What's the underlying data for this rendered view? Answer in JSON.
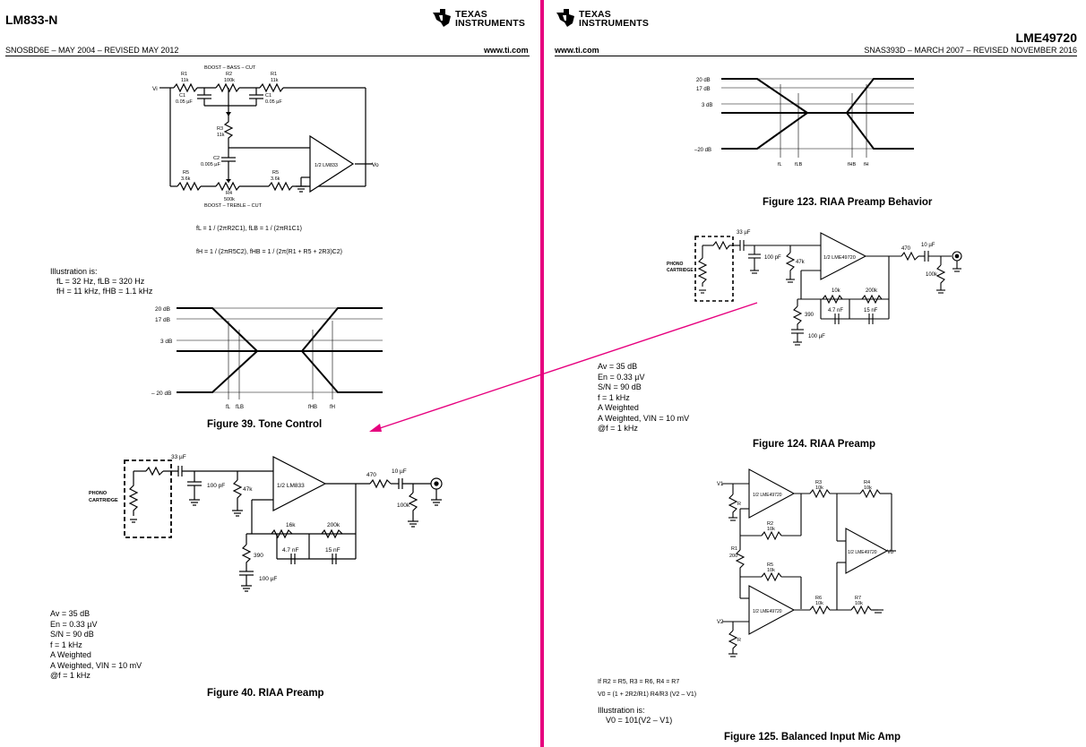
{
  "left_page": {
    "part_number": "LM833-N",
    "doc_id": "SNOSBD6E – MAY 2004 – REVISED MAY 2012",
    "website": "www.ti.com",
    "tone_control": {
      "labels": {
        "vi": "Vi",
        "vo": "Vo",
        "r1": "R1",
        "r1_val": "11k",
        "r1b": "R1",
        "r1b_val": "11k",
        "boost_bass": "BOOST – BASS – CUT",
        "r2": "R2",
        "r2_val": "100k",
        "c1": "C1",
        "c1_val": "0.05 µF",
        "c1b": "C1",
        "c1b_val": "0.05 µF",
        "r3": "R3",
        "r3_val": "11k",
        "c2": "C2",
        "c2_val": "0.005 µF",
        "r5": "R5",
        "r5_val": "3.6k",
        "r5b": "R5",
        "r5b_val": "3.6k",
        "r4": "R4",
        "r4_val": "500k",
        "boost_treble": "BOOST – TREBLE – CUT",
        "opamp": "1/2 LM833"
      },
      "equations": [
        "fL = 1 / (2πR2C1),  fLB = 1 / (2πR1C1)",
        "fH = 1 / (2πR5C2),  fHB = 1 / (2π(R1 + R5 + 2R3)C2)"
      ],
      "illustration_title": "Illustration is:",
      "illustration_lines": [
        "fL = 32 Hz, fLB = 320 Hz",
        "fH = 11 kHz, fHB = 1.1 kHz"
      ]
    },
    "fig39": {
      "caption": "Figure 39.  Tone Control",
      "levels": [
        "20 dB",
        "17 dB",
        "3 dB",
        "– 20 dB"
      ],
      "freq_labels": [
        "fL",
        "fLB",
        "fHB",
        "fH"
      ]
    },
    "fig40": {
      "caption": "Figure 40.  RIAA Preamp",
      "labels": {
        "cap_in": "33 µF",
        "c100p": "100 pF",
        "r47k": "47k",
        "opamp": "1/2 LM833",
        "r470": "470",
        "cap_out": "10 µF",
        "r100k": "100k",
        "r16k": "16k",
        "r200k": "200k",
        "c47n": "4.7 nF",
        "c15n": "15 nF",
        "r390": "390",
        "c100u": "100 µF",
        "phono": "PHONO",
        "cartridge": "CARTRIDGE"
      },
      "specs": [
        "Av = 35 dB",
        "En = 0.33 µV",
        "S/N = 90 dB",
        "f = 1 kHz",
        "A Weighted",
        "A Weighted, VIN = 10 mV",
        "@f = 1 kHz"
      ]
    }
  },
  "right_page": {
    "part_number": "LME49720",
    "doc_id": "SNAS393D – MARCH 2007 – REVISED NOVEMBER 2016",
    "website": "www.ti.com",
    "fig123": {
      "caption": "Figure 123.  RIAA Preamp Behavior",
      "levels": [
        "20 dB",
        "17 dB",
        "3 dB",
        "–20 dB"
      ],
      "freq_labels": [
        "fL",
        "fLB",
        "fHB",
        "fH"
      ]
    },
    "fig124": {
      "caption": "Figure 124.  RIAA Preamp",
      "labels": {
        "cap_in": "33 µF",
        "c100p": "100 pF",
        "r47k": "47k",
        "opamp": "1/2 LME49720",
        "r470": "470",
        "cap_out": "10 µF",
        "r100k": "100k",
        "r10k": "10k",
        "r200k": "200k",
        "c47n": "4.7 nF",
        "c15n": "15 nF",
        "r390": "390",
        "c100u": "100 µF",
        "phono": "PHONO",
        "cartridge": "CARTRIDGE"
      },
      "specs": [
        "Av = 35 dB",
        "En = 0.33 µV",
        "S/N = 90 dB",
        "f = 1 kHz",
        "A Weighted",
        "A Weighted, VIN = 10 mV",
        "@f = 1 kHz"
      ]
    },
    "fig125": {
      "caption": "Figure 125.  Balanced Input Mic Amp",
      "labels": {
        "v1": "V1",
        "v2": "V2",
        "vo": "Vo",
        "r": "R",
        "r_b": "R",
        "r3": "R3",
        "r3_val": "10k",
        "r4": "R4",
        "r4_val": "10k",
        "r2": "R2",
        "r2_val": "10k",
        "r1": "R1",
        "r1_val": "200",
        "r5": "R5",
        "r5_val": "10k",
        "r6": "R6",
        "r6_val": "10k",
        "r7": "R7",
        "r7_val": "10k",
        "opamp_a": "1/2 LME49720",
        "opamp_b": "1/2 LME49720",
        "opamp_c": "1/2 LME49720"
      },
      "condition": "If R2 = R5, R3 = R6, R4 = R7",
      "equation": "V0 = (1 + 2R2/R1) R4/R3 (V2 – V1)",
      "illustration_title": "Illustration is:",
      "illustration_value": "V0 = 101(V2 – V1)"
    }
  },
  "brand": {
    "line1": "TEXAS",
    "line2": "INSTRUMENTS"
  },
  "colors": {
    "divider": "#e6007e",
    "arrow": "#e6007e",
    "ink": "#000000"
  }
}
